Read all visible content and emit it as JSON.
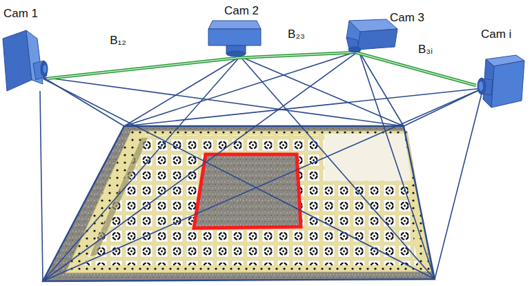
{
  "diagram": {
    "nodes": [
      {
        "text": [
          "Cam 1"
        ]
      },
      {
        "text": [
          "Cam 2"
        ]
      },
      {
        "text": [
          "Cam 3"
        ]
      },
      {
        "text": [
          "Cam i"
        ]
      }
    ],
    "edges": [
      {
        "from": 0,
        "to": 1,
        "label": "B₁₂",
        "arrow": "none"
      },
      {
        "from": 1,
        "to": 2,
        "label": "B₂₃",
        "arrow": "none"
      },
      {
        "from": 2,
        "to": 3,
        "label": "B₃ᵢ",
        "arrow": "none"
      }
    ]
  }
}
